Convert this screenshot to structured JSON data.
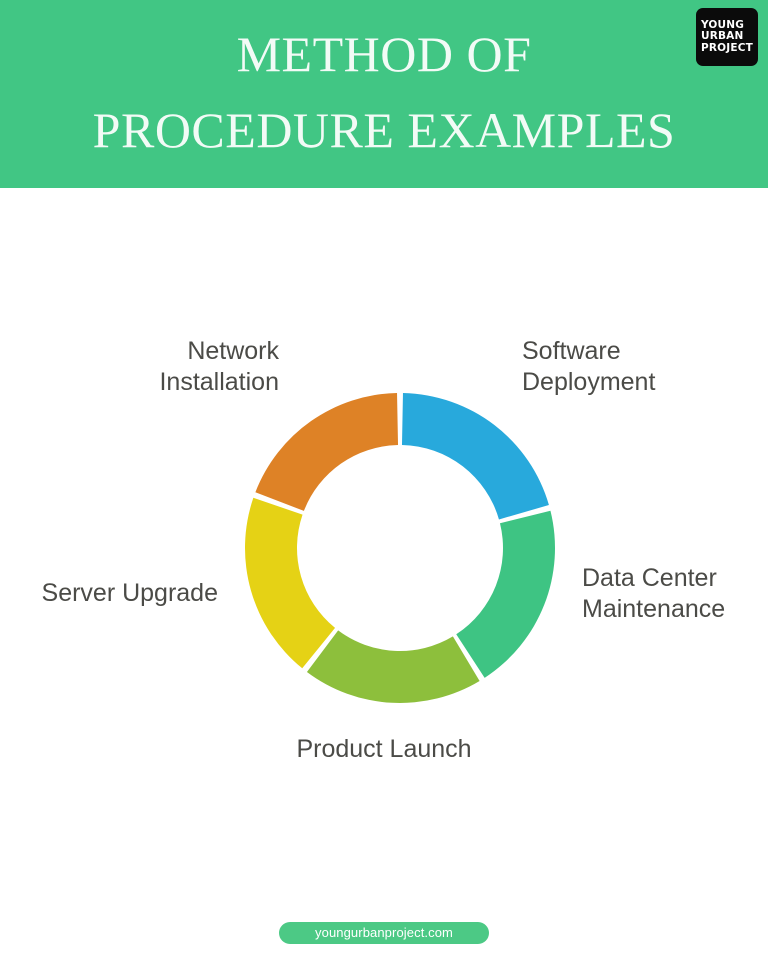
{
  "header": {
    "title": "METHOD OF\nPROCEDURE EXAMPLES",
    "background_color": "#41c684",
    "text_color": "#f2fbf6"
  },
  "logo": {
    "name": "young-urban-project-logo",
    "text": "YOUNG\nURBAN\nPROJECT",
    "background_color": "#0b0b0b",
    "text_color": "#ffffff"
  },
  "footer": {
    "website": "youngurbanproject.com",
    "badge_color": "#4cc985",
    "text_color": "#ffffff"
  },
  "chart_data": {
    "type": "pie",
    "variant": "donut",
    "title": "METHOD OF PROCEDURE EXAMPLES",
    "xlabel": "",
    "ylabel": "",
    "legend_position": "outside-labels",
    "grid": false,
    "start_angle_deg": 0,
    "direction": "clockwise",
    "inner_radius_ratio": 0.665,
    "categories": [
      "Software Deployment",
      "Data Center Maintenance",
      "Product Launch",
      "Server Upgrade",
      "Network Installation"
    ],
    "values": [
      20.8,
      20.3,
      19.4,
      20.0,
      19.5
    ],
    "angles_deg": [
      75,
      73,
      70,
      72,
      70
    ],
    "colors": [
      "#28a9dc",
      "#3ec483",
      "#8dbf3c",
      "#e5d215",
      "#de8226"
    ],
    "label_positions": [
      "top-right",
      "right",
      "bottom",
      "left",
      "top-left"
    ],
    "slices": [
      {
        "label": "Software Deployment",
        "value": 20.8,
        "color": "#28a9dc"
      },
      {
        "label": "Data Center Maintenance",
        "value": 20.3,
        "color": "#3ec483"
      },
      {
        "label": "Product Launch",
        "value": 19.4,
        "color": "#8dbf3c"
      },
      {
        "label": "Server Upgrade",
        "value": 20.0,
        "color": "#e5d215"
      },
      {
        "label": "Network Installation",
        "value": 19.5,
        "color": "#de8226"
      }
    ]
  },
  "labels": {
    "network_installation": "Network\nInstallation",
    "software_deployment": "Software\nDeployment",
    "data_center_maintenance": "Data Center\nMaintenance",
    "server_upgrade": "Server Upgrade",
    "product_launch": "Product Launch"
  }
}
